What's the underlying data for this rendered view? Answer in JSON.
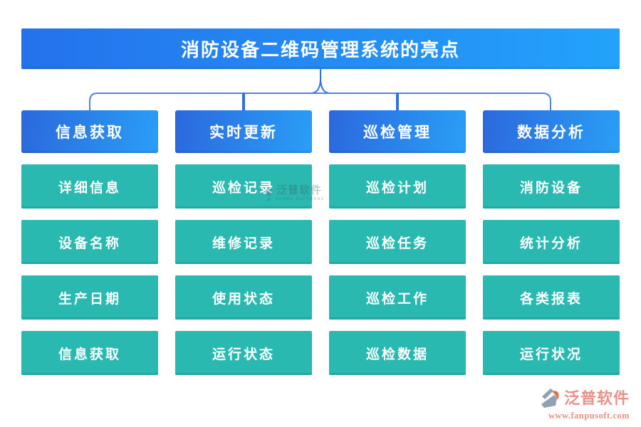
{
  "title": "消防设备二维码管理系统的亮点",
  "columns": [
    {
      "header": "信息获取",
      "items": [
        "详细信息",
        "设备名称",
        "生产日期",
        "信息获取"
      ]
    },
    {
      "header": "实时更新",
      "items": [
        "巡检记录",
        "维修记录",
        "使用状态",
        "运行状态"
      ]
    },
    {
      "header": "巡检管理",
      "items": [
        "巡检计划",
        "巡检任务",
        "巡检工作",
        "巡检数据"
      ]
    },
    {
      "header": "数据分析",
      "items": [
        "消防设备",
        "统计分析",
        "各类报表",
        "运行状况"
      ]
    }
  ],
  "watermark": {
    "text": "泛普软件",
    "subtext": "FANPU SOFTWARE"
  },
  "footer": {
    "brand": "泛普软件",
    "url": "www.fanpusoft.com"
  },
  "colors": {
    "title_gradient_left": "#2472eb",
    "title_gradient_right": "#23a3fa",
    "header_gradient_left": "#2b68dd",
    "header_gradient_right": "#2a9ff6",
    "node_teal": "#29b9b1",
    "connector_blue": "#2e72e2",
    "brand_salmon": "#e6938c",
    "logo_gray_blue": "#93a0b3",
    "logo_orange": "#e2714a"
  }
}
